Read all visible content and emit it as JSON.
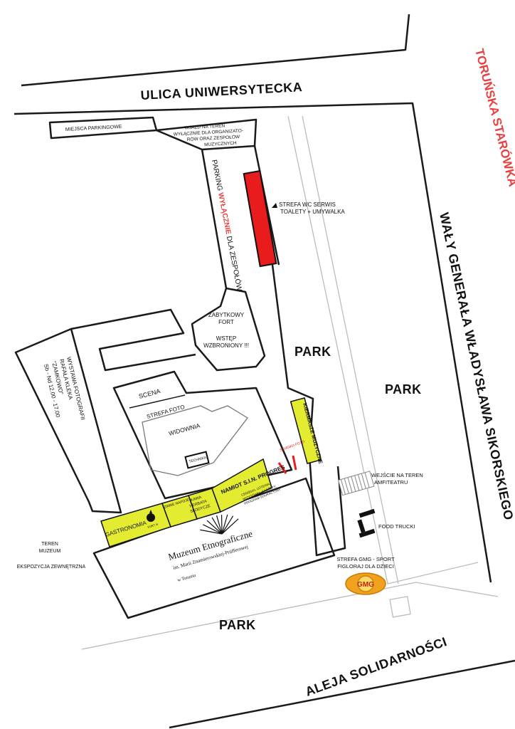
{
  "title": "TORUŃSKA STARÓWKA",
  "streets": {
    "north": "ULICA UNIWERSYTECKA",
    "east": "WAŁY GENERAŁA WŁADYSŁAWA SIKORSKIEGO",
    "south": "ALEJA SOLIDARNOŚCI"
  },
  "areas": {
    "park_center": "PARK",
    "park_east": "PARK",
    "park_south": "PARK",
    "parking_spaces": "MIEJSCA PARKINGOWE",
    "entrance_note": [
      "WJAZD NA TEREN",
      "WYŁĄCZNIE DLA ORGANIZATO-",
      "RÓW ORAZ ZESPOŁÓW",
      "MUZYCZNYCH"
    ],
    "parking_band": {
      "prefix": "PARKING",
      "highlight": "WYŁĄCZNIE",
      "suffix": "DLA ZESPOŁÓW"
    },
    "fort": [
      "ZABYTKOWY",
      "FORT",
      "",
      "WSTĘP",
      "WZBRONIONY !!!"
    ],
    "exhibition": [
      "WYSTAWA FOTOGRAFII",
      "RAFAŁA KLEKA",
      "\"ZAMKOWO\"",
      "Sb - Nd 12.00 - 17.00"
    ],
    "museum_grounds": [
      "TEREN",
      "MUZEUM",
      "",
      "EKSPOZYCJA ZEWNĘTRZNA"
    ],
    "stage": "SCENA",
    "photo_zone": "STREFA FOTO",
    "audience": "WIDOWNIA",
    "tech": "TECHNIKA",
    "wc": [
      "STREFA WC SERWIS",
      "TOALETY + UMYWALKA"
    ],
    "fair": "KIERMASZE MUZYCZNE",
    "photo_wall": "ŚCIANKA FOTO",
    "amphitheatre_entry": [
      "WEJŚCIE NA TEREN",
      "AMFITEATRU"
    ],
    "food_trucks": "FOOD TRUCKI",
    "gmg_zone": [
      "STREFA GMG - SPORT",
      "FIGLORAJ DLA DZIECI"
    ],
    "gmg_logo": "GMG"
  },
  "stands": {
    "gastronomia": "GASTRONOMIA",
    "fort_iv": "FORT IV",
    "drinks": [
      "ZIMNE NAPOJE"
    ],
    "coffee": [
      "KAWA",
      "HERBATA",
      "SŁODYCZE"
    ],
    "namiot": "NAMIOT S.I.N. PROGRES",
    "namiot_sub": [
      "CEGIEŁKI, LOTERIA,",
      "WIZYTÓWKI, GADŻETY,",
      "PROGRAM EDUKACYJNY"
    ]
  },
  "museum": {
    "name": "Muzeum Etnograficzne",
    "sub1": "im. Marii Znamierowskiej-Prüfferowej",
    "sub2": "w Toruniu"
  },
  "colors": {
    "title": "#e8403f",
    "wc": "#e81c1c",
    "stands": "#e4ec31",
    "gmg": "#f0a21e",
    "lines": "#1a1a1a"
  }
}
